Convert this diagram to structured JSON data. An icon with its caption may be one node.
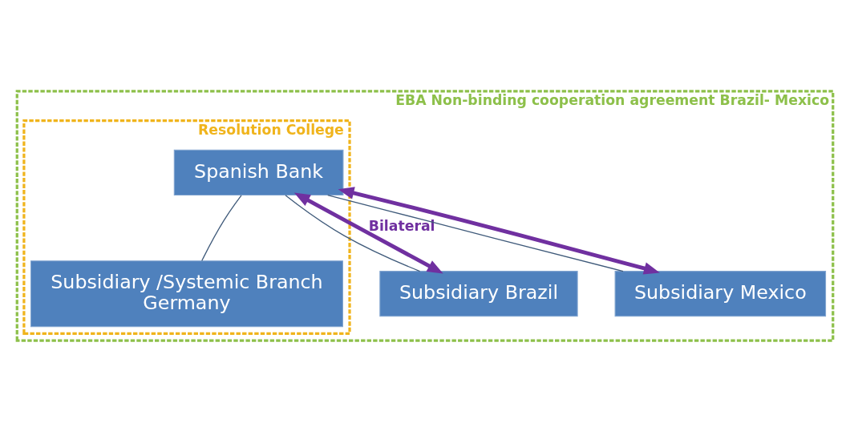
{
  "diagram": {
    "nodes": [
      {
        "text": [
          "EBA Non-binding cooperation agreement Brazil- Mexico"
        ]
      },
      {
        "text": [
          "Resolution College"
        ],
        "in": 0
      },
      {
        "text": [
          "Spanish Bank"
        ],
        "in": 1
      },
      {
        "text": [
          "Subsidiary Brazil"
        ],
        "in": 0
      },
      {
        "text": [
          "Subsidiary Mexico"
        ],
        "in": 0
      },
      {
        "text": [
          "Subsidiary /Systemic Branch",
          "Germany"
        ],
        "in": 1
      }
    ],
    "edges": [
      {
        "from": 2,
        "to": 3,
        "arrow": "none"
      },
      {
        "from": 2,
        "to": 4,
        "arrow": "none"
      },
      {
        "from": 2,
        "to": 5,
        "arrow": "none"
      },
      {
        "from": 2,
        "to": 3,
        "arrow": "both",
        "label": "Bilateral",
        "style": "thick",
        "color": "#7030a0"
      },
      {
        "from": 2,
        "to": 4,
        "arrow": "both",
        "style": "thick",
        "color": "#7030a0"
      }
    ]
  }
}
